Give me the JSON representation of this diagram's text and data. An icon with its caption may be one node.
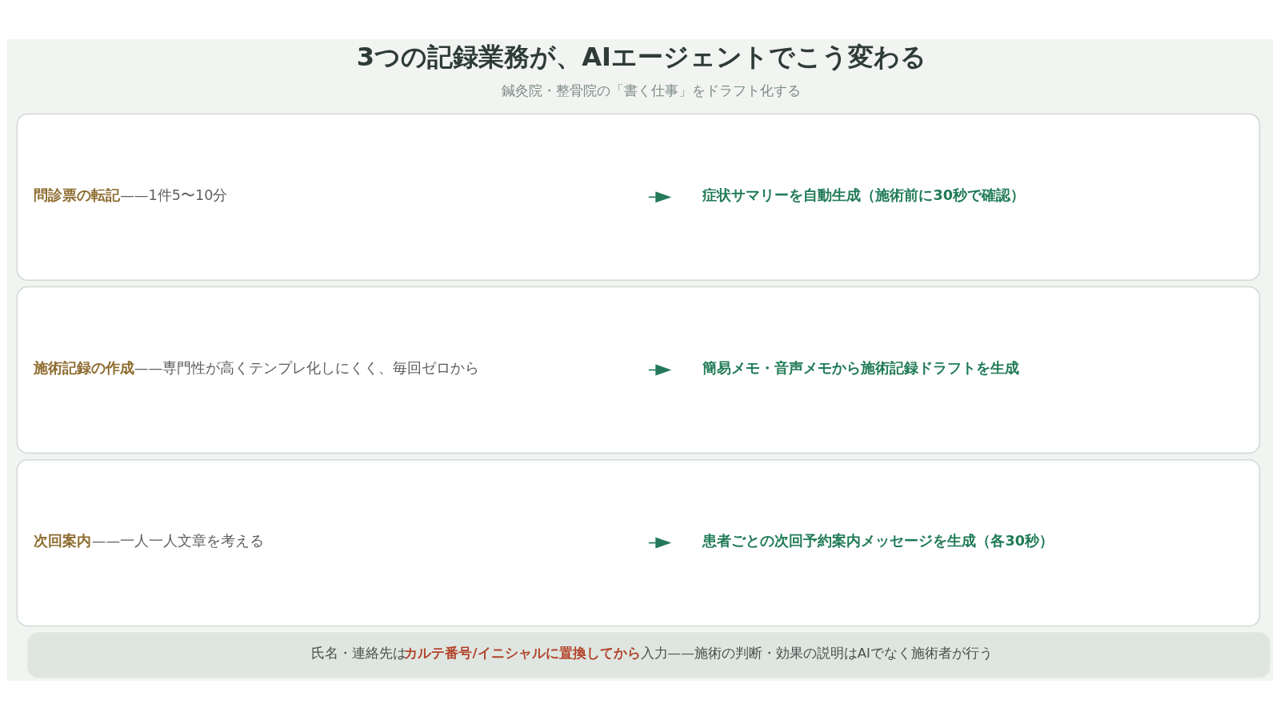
{
  "diagram": {
    "title": "3つの記録業務が、AIエージェントでこう変わる",
    "nodes": [
      {
        "text": [],
        "shape": "box"
      },
      {
        "text": [
          "**問診票の転記**——1件5〜10分"
        ],
        "in": 0
      },
      {
        "text": [
          "症状サマリーを自動生成（施術前に30秒で確認）"
        ],
        "in": 0
      },
      {
        "text": [],
        "shape": "box"
      },
      {
        "text": [
          "**施術記録の作成**——専門性が高くテンプレ化しにくく、毎回ゼロから"
        ],
        "in": 3
      },
      {
        "text": [
          "簡易メモ・音声メモから施術記録ドラフトを生成"
        ],
        "in": 3
      },
      {
        "text": [],
        "shape": "box"
      },
      {
        "text": [
          "**次回案内**——一人一人文章を考える"
        ],
        "in": 6
      },
      {
        "text": [
          "患者ごとの次回予約案内メッセージを生成（各30秒）"
        ],
        "in": 6
      },
      {
        "text": [
          "氏名・連絡先は**カルテ番号/イニシャルに置換してから**入力——施術の判断・効果の説明はAIでなく施術者が行う"
        ]
      }
    ],
    "edges": [
      {
        "from": 1,
        "to": 2,
        "arrow": "to"
      },
      {
        "from": 4,
        "to": 5,
        "arrow": "to"
      },
      {
        "from": 7,
        "to": 8,
        "arrow": "to"
      }
    ],
    "labels": [
      "鍼灸院・整骨院の「書く仕事」をドラフト化する"
    ]
  }
}
